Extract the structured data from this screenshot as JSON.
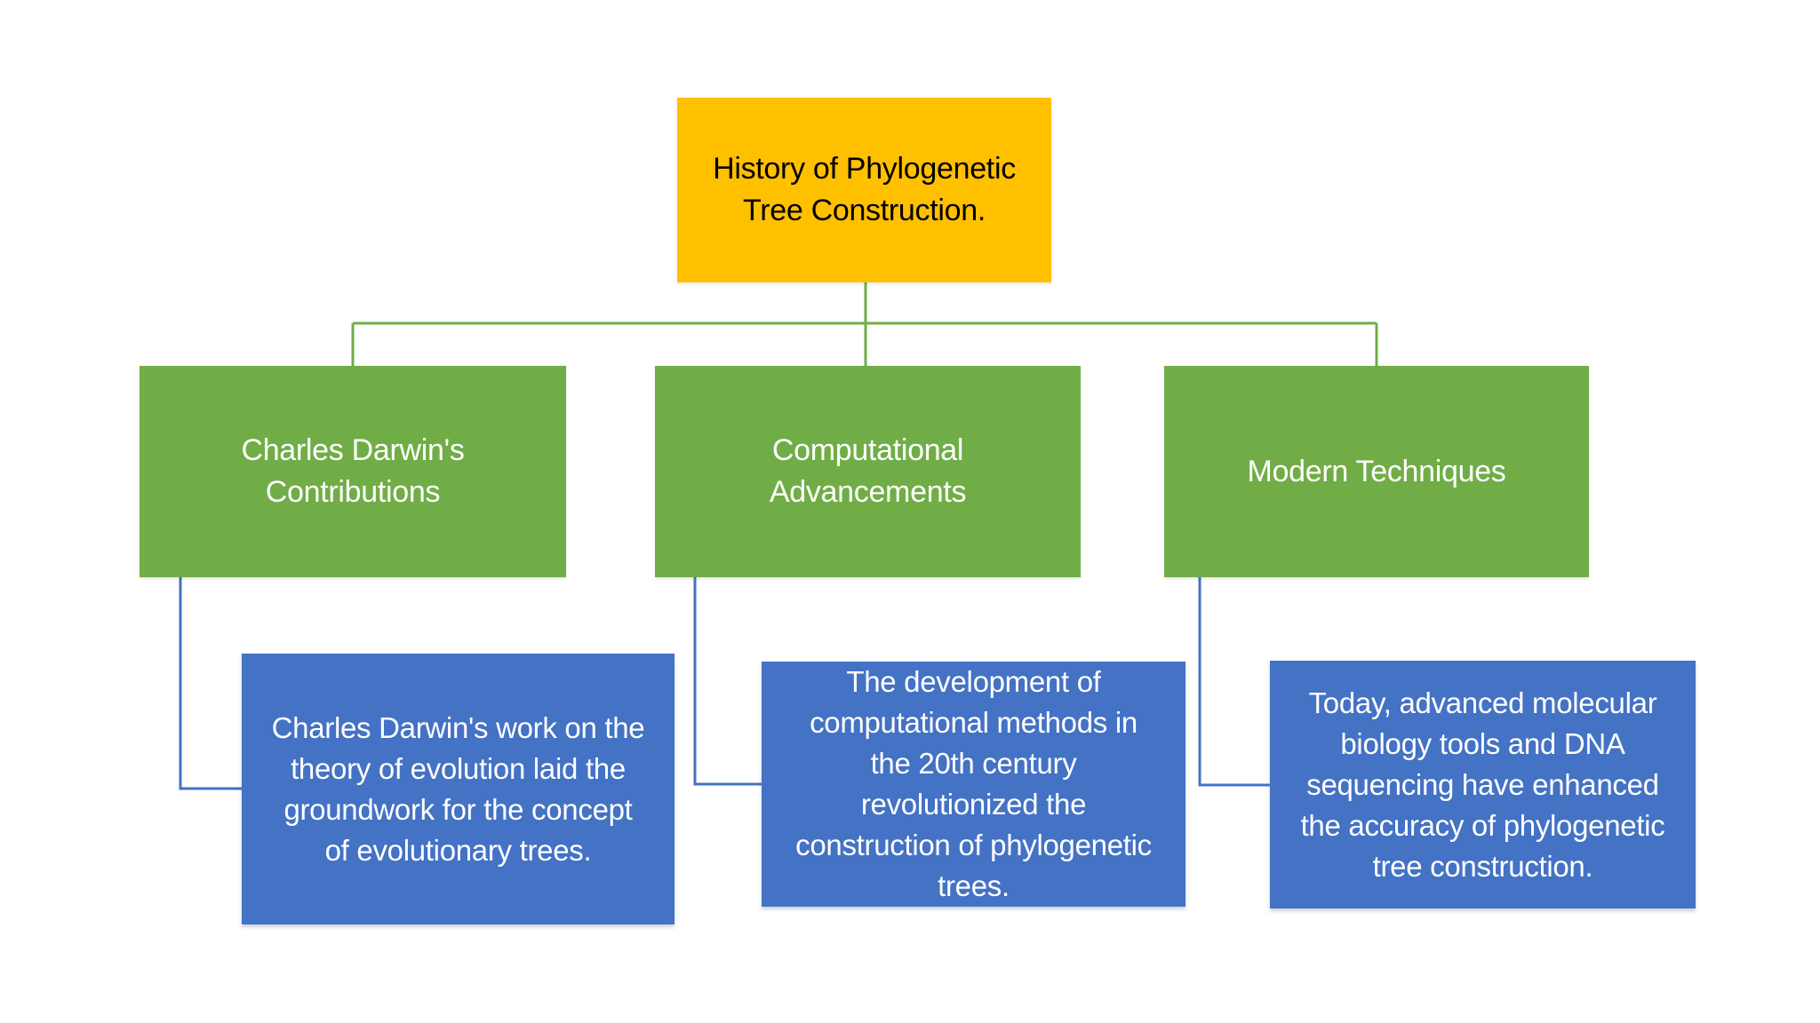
{
  "diagram": {
    "root": {
      "label": "History of Phylogenetic\nTree Construction."
    },
    "branches": [
      {
        "label": "Charles Darwin's\nContributions",
        "detail": "Charles Darwin's work on the\ntheory of evolution laid the\ngroundwork for the concept\nof evolutionary trees."
      },
      {
        "label": "Computational\nAdvancements",
        "detail": "The development of\ncomputational methods in\nthe 20th century\nrevolutionized the\nconstruction of phylogenetic\ntrees."
      },
      {
        "label": "Modern Techniques",
        "detail": "Today, advanced molecular\nbiology tools and DNA\nsequencing have enhanced\nthe accuracy of phylogenetic\ntree construction."
      }
    ],
    "colors": {
      "background": "#FFFFFF",
      "root_fill": "#FFC000",
      "root_text": "#000000",
      "branch_fill": "#70AD47",
      "branch_text": "#FFFFFF",
      "detail_fill": "#4472C4",
      "detail_text": "#FFFFFF",
      "branch_connector": "#70AD47",
      "detail_connector": "#4472C4"
    }
  }
}
